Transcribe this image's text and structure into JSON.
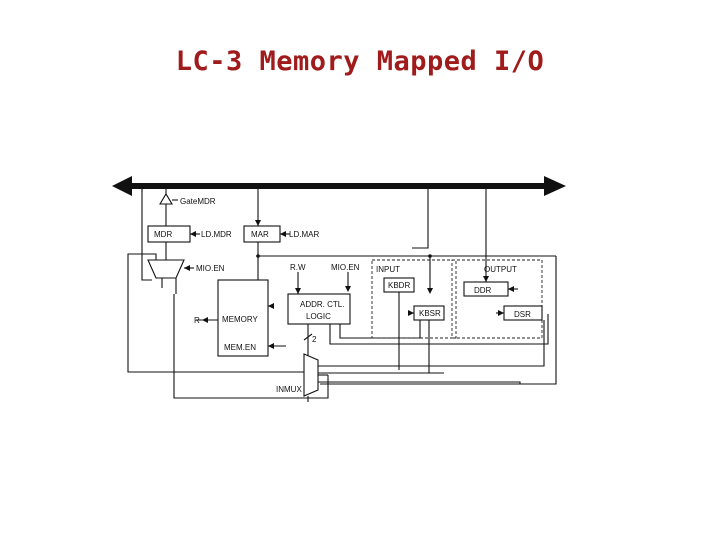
{
  "slide": {
    "title": "LC-3 Memory Mapped I/O"
  },
  "diagram": {
    "labels": {
      "gate_mdr": "GateMDR",
      "mdr": "MDR",
      "ld_mdr": "LD.MDR",
      "mar": "MAR",
      "ld_mar": "LD.MAR",
      "mio_en_left": "MIO.EN",
      "r_w": "R.W",
      "mio_en_top": "MIO.EN",
      "input": "INPUT",
      "output": "OUTPUT",
      "kbdr": "KBDR",
      "ddr": "DDR",
      "kbsr": "KBSR",
      "dsr": "DSR",
      "memory": "MEMORY",
      "r": "R",
      "mem_en": "MEM.EN",
      "addr_ctl_logic_1": "ADDR. CTL.",
      "addr_ctl_logic_2": "LOGIC",
      "two": "2",
      "inmux": "INMUX"
    },
    "colors": {
      "title": "#a01b1b",
      "lines": "#111111"
    }
  }
}
